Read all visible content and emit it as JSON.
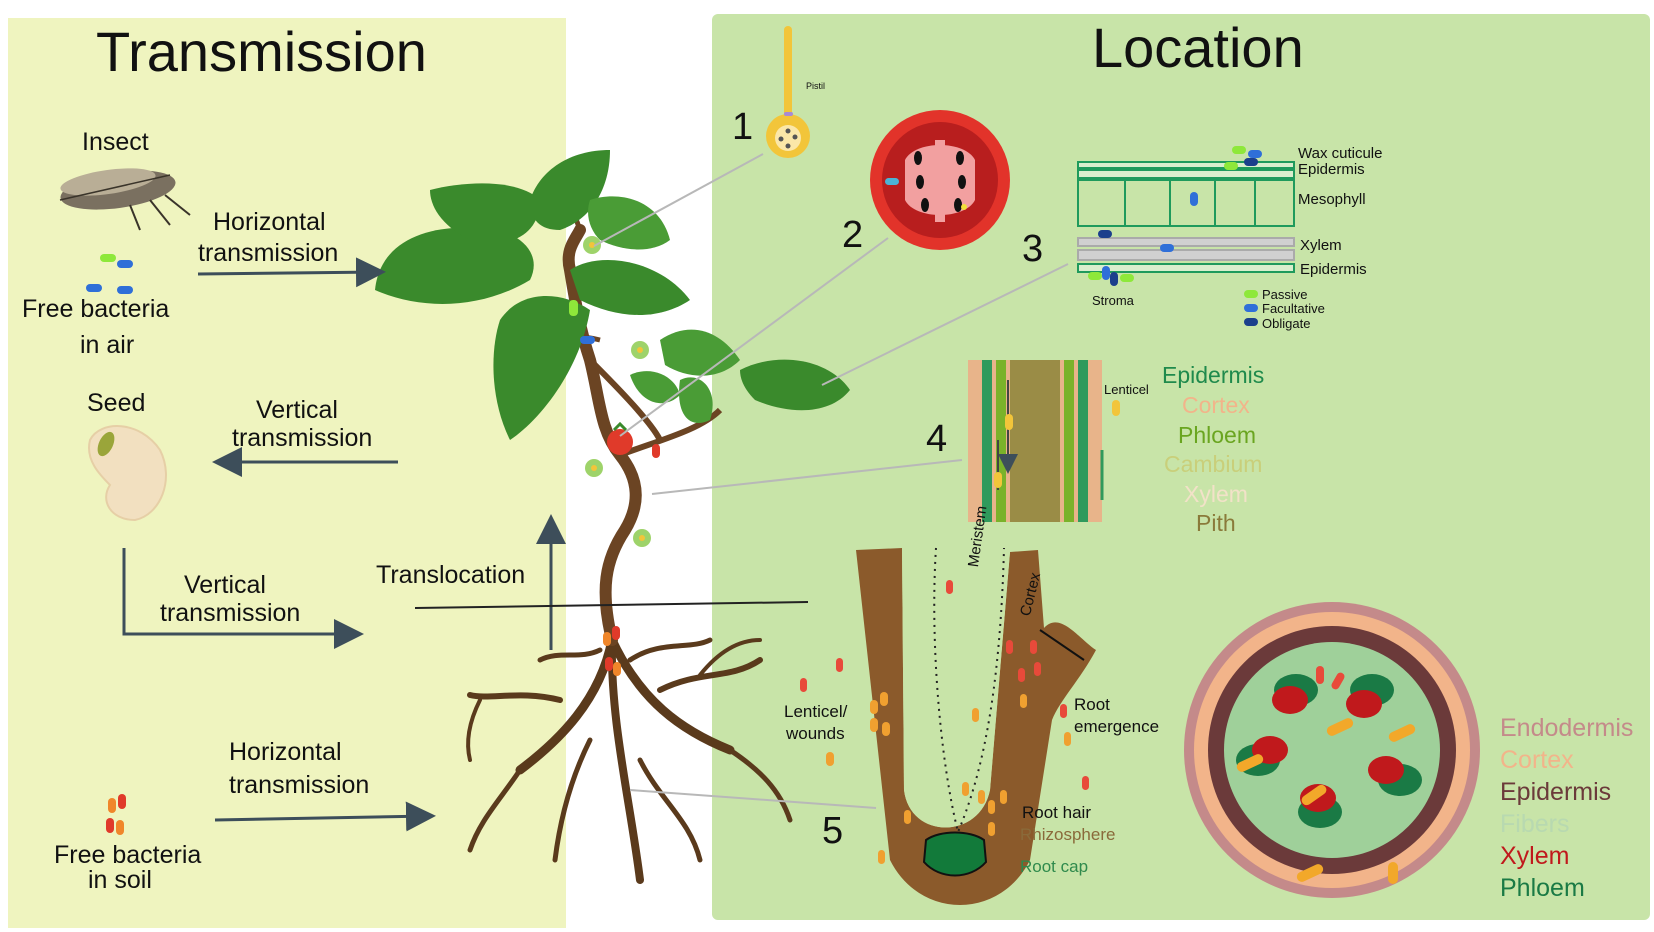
{
  "panels": {
    "transmission_title": "Transmission",
    "location_title": "Location"
  },
  "transmission": {
    "insect": "Insect",
    "free_air_1": "Free bacteria",
    "free_air_2": "in air",
    "horizontal_top_1": "Horizontal",
    "horizontal_top_2": "transmission",
    "seed": "Seed",
    "vertical_1_1": "Vertical",
    "vertical_1_2": "transmission",
    "vertical_2_1": "Vertical",
    "vertical_2_2": "transmission",
    "translocation": "Translocation",
    "horizontal_bottom_1": "Horizontal",
    "horizontal_bottom_2": "transmission",
    "free_soil_1": "Free bacteria",
    "free_soil_2": "in soil"
  },
  "location": {
    "numbers": [
      "1",
      "2",
      "3",
      "4",
      "5"
    ],
    "pistil": "Pistil",
    "leaf_layers": [
      "Wax cuticule",
      "Epidermis",
      "Mesophyll",
      "Xylem",
      "Epidermis"
    ],
    "stroma": "Stroma",
    "bacteria_types": [
      "Passive",
      "Facultative",
      "Obligate"
    ],
    "lenticel": "Lenticel",
    "stem_layers": [
      {
        "label": "Epidermis",
        "color": "#1f8a4c"
      },
      {
        "label": "Cortex",
        "color": "#f2b48a"
      },
      {
        "label": "Phloem",
        "color": "#6aa520"
      },
      {
        "label": "Cambium",
        "color": "#c9cf7a"
      },
      {
        "label": "Xylem",
        "color": "#f2e2c8"
      },
      {
        "label": "Pith",
        "color": "#8a7a3a"
      }
    ],
    "root_labels": {
      "meristem": "Meristem",
      "cortex": "Cortex",
      "lenticel_wounds_1": "Lenticel/",
      "lenticel_wounds_2": "wounds",
      "root_emergence_1": "Root",
      "root_emergence_2": "emergence",
      "root_hair": "Root hair",
      "rhizosphere": "Rhizosphere",
      "root_cap": "Root cap"
    },
    "root_cross_layers": [
      {
        "label": "Endodermis",
        "color": "#c48a8a"
      },
      {
        "label": "Cortex",
        "color": "#f2b48a"
      },
      {
        "label": "Epidermis",
        "color": "#6b3a3a"
      },
      {
        "label": "Fibers",
        "color": "#b8d9b0"
      },
      {
        "label": "Xylem",
        "color": "#c0191c"
      },
      {
        "label": "Phloem",
        "color": "#1a7a45"
      }
    ]
  },
  "colors": {
    "transmission_bg": "#eff4bf",
    "location_bg": "#c8e4a8",
    "leaf": "#3a8a2c",
    "stem": "#6b4423",
    "passive": "#8ee83a",
    "facultative": "#2f6fd8",
    "obligate": "#1b3f8c"
  }
}
